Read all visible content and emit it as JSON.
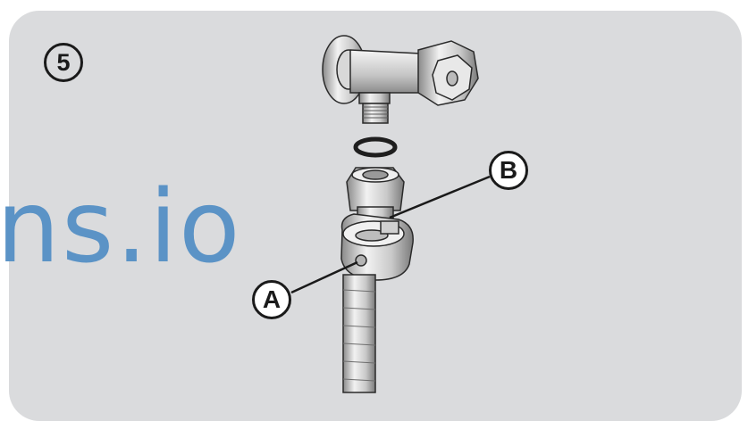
{
  "step_number": "5",
  "callouts": {
    "a": "A",
    "b": "B"
  },
  "watermark": "ns.io",
  "colors": {
    "panel": "#dadbdd",
    "watermark": "#5b93c6",
    "ink": "#1a1a1a",
    "metal_light": "#f4f4f4",
    "metal_mid": "#bdbdbd",
    "metal_dark": "#7d7d7d"
  }
}
